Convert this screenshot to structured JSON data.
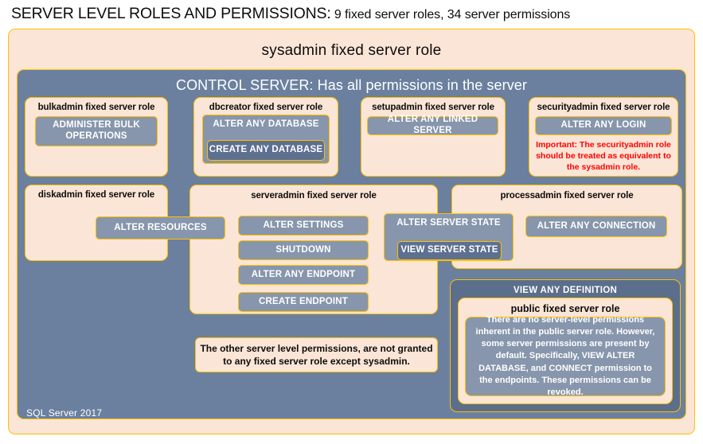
{
  "title": {
    "strong": "SERVER LEVEL ROLES AND PERMISSIONS:",
    "rest": " 9 fixed server roles, 34 server permissions"
  },
  "colors": {
    "peach_fill": "#FBE5D6",
    "gold_border": "#FFC000",
    "slate_fill": "#6B809F",
    "permission_fill": "#8796AC",
    "permission_dark": "#5E7090",
    "warning_text": "#FF0000",
    "text_dark": "#0D0D0D",
    "text_light": "#FFFFFF"
  },
  "sysadmin": {
    "label": "sysadmin  fixed  server  role"
  },
  "control_server": {
    "label": "CONTROL SERVER: Has all permissions in the server"
  },
  "roles": {
    "bulkadmin": {
      "title": "bulkadmin  fixed server role",
      "permissions": [
        "ADMINISTER  BULK OPERATIONS"
      ]
    },
    "dbcreator": {
      "title": "dbcreator fixed server role",
      "permissions": [
        "ALTER ANY DATABASE",
        "CREATE  ANY DATABASE"
      ]
    },
    "setupadmin": {
      "title": "setupadmin fixed server role",
      "permissions": [
        "ALTER ANY LINKED SERVER"
      ]
    },
    "securityadmin": {
      "title": "securityadmin  fixed server role",
      "permissions": [
        "ALTER ANY LOGIN"
      ],
      "warning": "Important:  The securityadmin role should  be treated  as equivalent to the  sysadmin role."
    },
    "diskadmin": {
      "title": "diskadmin  fixed server role",
      "permissions": [
        "ALTER RESOURCES"
      ]
    },
    "serveradmin": {
      "title": "serveradmin fixed server role",
      "permissions": [
        "ALTER SETTINGS",
        "SHUTDOWN",
        "ALTER ANY ENDPOINT",
        "CREATE  ENDPOINT"
      ],
      "state_permissions": [
        "ALTER SERVER STATE",
        "VIEW SERVER STATE"
      ]
    },
    "processadmin": {
      "title": "processadmin fixed server role",
      "permissions": [
        "ALTER ANY CONNECTION"
      ]
    },
    "public": {
      "view_any_definition": "VIEW ANY DEFINITION",
      "title": "public  fixed server role",
      "note": "There are no server-level permissions inherent in the public server role. However, some server permissions are present by default. Specifically, VIEW ALTER DATABASE, and CONNECT permission to the endpoints. These permissions can be revoked."
    }
  },
  "other_note": "The other server level permissions,  are not granted to any fixed server role except sysadmin.",
  "footer": {
    "label": "SQL Server 2017"
  }
}
